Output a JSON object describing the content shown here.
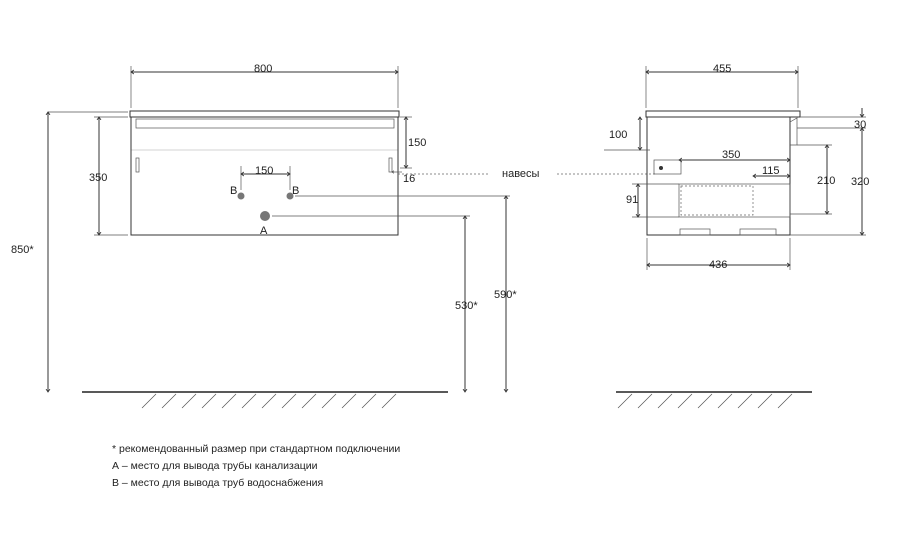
{
  "front_view": {
    "width": "800",
    "height_total": "850*",
    "body_height": "350",
    "top_offset": "150",
    "hinge_offset": "16",
    "supply_spacing": "150",
    "supply_label_left": "B",
    "supply_label_right": "B",
    "drain_label": "A",
    "drain_height": "530*",
    "supply_height": "590*"
  },
  "hinges_label": "навесы",
  "side_view": {
    "depth_top": "455",
    "depth_bottom": "436",
    "top_drop": "100",
    "cutout_width": "350",
    "cutout_inner": "115",
    "top_thickness": "30",
    "cutout_height": "210",
    "body_height": "320",
    "drawer_height": "91"
  },
  "notes": [
    "* рекомендованный размер при стандартном подключении",
    "А – место для вывода трубы канализации",
    "В – место для вывода труб водоснабжения"
  ]
}
